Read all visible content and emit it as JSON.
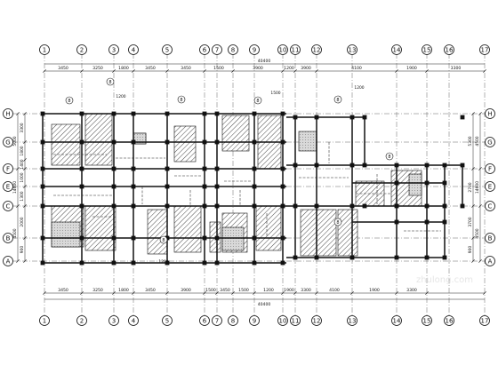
{
  "axes": {
    "columns": [
      "1",
      "2",
      "3",
      "4",
      "5",
      "6",
      "7",
      "8",
      "9",
      "10",
      "11",
      "12",
      "13",
      "14",
      "15",
      "16",
      "17"
    ],
    "rows": [
      "H",
      "G",
      "F",
      "E",
      "C",
      "B",
      "A"
    ]
  },
  "dims": {
    "top_spans": [
      "3450",
      "3250",
      "1800",
      "3450",
      "3450",
      "1500",
      "3900",
      "1200",
      "3900",
      "4100",
      "1900",
      "3300"
    ],
    "top_total": "40400",
    "bottom_spans": [
      "3450",
      "3250",
      "1800",
      "3450",
      "3900",
      "1500",
      "3450",
      "1500",
      "1200",
      "1900",
      "3300",
      "4100",
      "1900",
      "3300"
    ],
    "bottom_total": "40400",
    "left_segments": [
      "3300",
      "1800",
      "1400",
      "1000",
      "1300",
      "2000",
      "900"
    ],
    "left_totals": [
      "5000",
      "14600",
      "4500"
    ],
    "right_segments": [
      "5300",
      "2700",
      "3700",
      "900"
    ],
    "right_totals": [
      "4500",
      "14600",
      "4500"
    ]
  },
  "annotations": {
    "slab_ids": [
      "8",
      "8",
      "8",
      "8",
      "8",
      "8",
      "8",
      "8"
    ],
    "level_small": [
      "1200",
      "1500",
      "1200",
      "1200"
    ]
  },
  "watermark": "zhulong.com"
}
